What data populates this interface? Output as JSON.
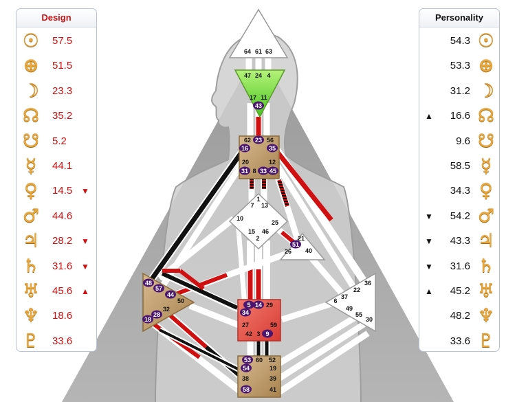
{
  "design_panel": {
    "title": "Design",
    "rows": [
      {
        "icon": "sun-icon",
        "glyph": "☉",
        "value": "57.5",
        "arrow": ""
      },
      {
        "icon": "earth-icon",
        "glyph": "⊕",
        "value": "51.5",
        "arrow": ""
      },
      {
        "icon": "moon-icon",
        "glyph": "☽",
        "value": "23.3",
        "arrow": ""
      },
      {
        "icon": "north-node-icon",
        "glyph": "☊",
        "value": "35.2",
        "arrow": ""
      },
      {
        "icon": "south-node-icon",
        "glyph": "☋",
        "value": "5.2",
        "arrow": ""
      },
      {
        "icon": "mercury-icon",
        "glyph": "☿",
        "value": "44.1",
        "arrow": ""
      },
      {
        "icon": "venus-icon",
        "glyph": "♀",
        "value": "14.5",
        "arrow": "▼"
      },
      {
        "icon": "mars-icon",
        "glyph": "♂",
        "value": "44.6",
        "arrow": ""
      },
      {
        "icon": "jupiter-icon",
        "glyph": "♃",
        "value": "28.2",
        "arrow": "▼"
      },
      {
        "icon": "saturn-icon",
        "glyph": "♄",
        "value": "31.6",
        "arrow": "▼"
      },
      {
        "icon": "uranus-icon",
        "glyph": "♅",
        "value": "45.6",
        "arrow": "▲"
      },
      {
        "icon": "neptune-icon",
        "glyph": "♆",
        "value": "18.6",
        "arrow": ""
      },
      {
        "icon": "pluto-icon",
        "glyph": "♇",
        "value": "33.6",
        "arrow": ""
      }
    ]
  },
  "personality_panel": {
    "title": "Personality",
    "rows": [
      {
        "icon": "sun-icon",
        "glyph": "☉",
        "value": "54.3",
        "arrow": ""
      },
      {
        "icon": "earth-icon",
        "glyph": "⊕",
        "value": "53.3",
        "arrow": ""
      },
      {
        "icon": "moon-icon",
        "glyph": "☽",
        "value": "31.2",
        "arrow": ""
      },
      {
        "icon": "north-node-icon",
        "glyph": "☊",
        "value": "16.6",
        "arrow": "▲"
      },
      {
        "icon": "south-node-icon",
        "glyph": "☋",
        "value": "9.6",
        "arrow": ""
      },
      {
        "icon": "mercury-icon",
        "glyph": "☿",
        "value": "58.5",
        "arrow": ""
      },
      {
        "icon": "venus-icon",
        "glyph": "♀",
        "value": "34.3",
        "arrow": ""
      },
      {
        "icon": "mars-icon",
        "glyph": "♂",
        "value": "54.2",
        "arrow": "▼"
      },
      {
        "icon": "jupiter-icon",
        "glyph": "♃",
        "value": "43.3",
        "arrow": "▼"
      },
      {
        "icon": "saturn-icon",
        "glyph": "♄",
        "value": "31.6",
        "arrow": "▼"
      },
      {
        "icon": "uranus-icon",
        "glyph": "♅",
        "value": "45.2",
        "arrow": "▲"
      },
      {
        "icon": "neptune-icon",
        "glyph": "♆",
        "value": "48.2",
        "arrow": ""
      },
      {
        "icon": "pluto-icon",
        "glyph": "♇",
        "value": "33.6",
        "arrow": ""
      }
    ]
  },
  "colors": {
    "design_red": "#d01010",
    "personality_black": "#111111",
    "glyph_gold": "#e8a93a",
    "gate_badge": "#4b1670",
    "head_center": "#ffffff",
    "ajna_center": "#7ee048",
    "throat_center": "#c5a57a",
    "sacral_center": "#e3514a",
    "background_triangle": "#a7a7a7"
  },
  "bodygraph": {
    "gates": {
      "head": [
        "64",
        "61",
        "63"
      ],
      "ajna": [
        "47",
        "24",
        "4",
        "17",
        "11",
        "43"
      ],
      "throat": [
        "62",
        "23",
        "56",
        "16",
        "35",
        "20",
        "12",
        "31",
        "8",
        "33",
        "45"
      ],
      "g_center": [
        "1",
        "7",
        "13",
        "10",
        "25",
        "15",
        "46",
        "2"
      ],
      "ego": [
        "21",
        "51",
        "26",
        "40"
      ],
      "spleen": [
        "48",
        "57",
        "44",
        "50",
        "32",
        "28",
        "18"
      ],
      "sacral": [
        "5",
        "14",
        "29",
        "34",
        "27",
        "59",
        "42",
        "3",
        "9"
      ],
      "solar_plexus": [
        "36",
        "22",
        "37",
        "6",
        "49",
        "55",
        "30"
      ],
      "root": [
        "53",
        "60",
        "52",
        "54",
        "19",
        "38",
        "39",
        "58",
        "41"
      ]
    }
  }
}
